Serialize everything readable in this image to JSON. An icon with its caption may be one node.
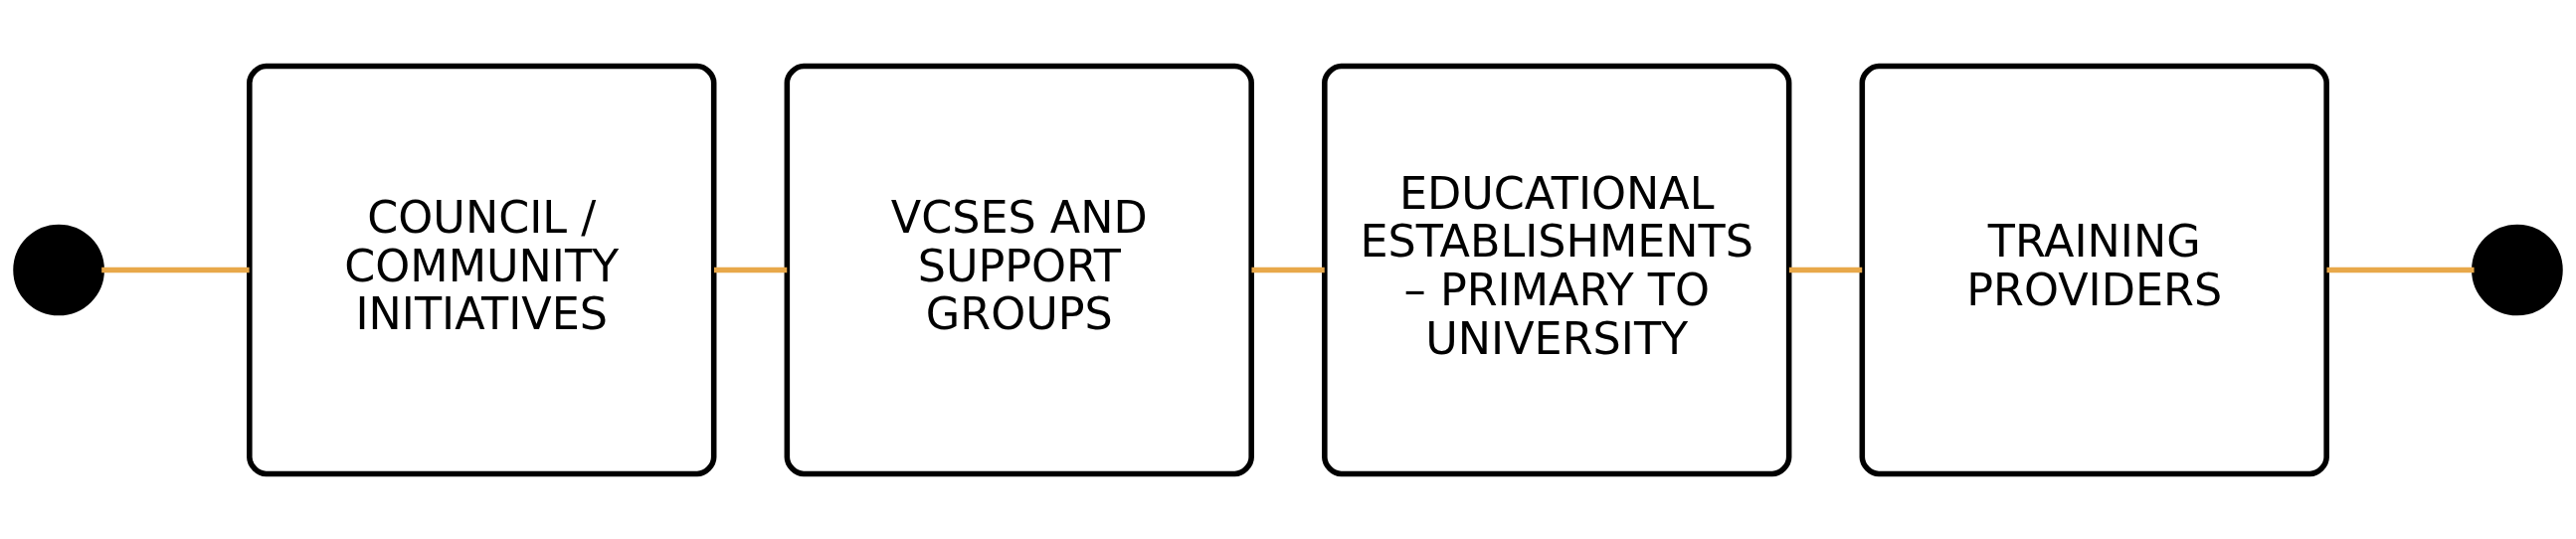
{
  "diagram": {
    "nodes": [
      {
        "text": [],
        "shape": "circle"
      },
      {
        "text": [
          "COUNCIL / COMMUNITY INITIATIVES"
        ]
      },
      {
        "text": [
          "VCSES AND SUPPORT GROUPS"
        ]
      },
      {
        "text": [
          "EDUCATIONAL ESTABLISHMENTS – PRIMARY TO UNIVERSITY"
        ]
      },
      {
        "text": [
          "TRAINING PROVIDERS"
        ]
      },
      {
        "text": [],
        "shape": "circle"
      }
    ],
    "edges": [
      {
        "from": 0,
        "to": 1,
        "arrow": "none"
      },
      {
        "from": 1,
        "to": 2,
        "arrow": "none"
      },
      {
        "from": 2,
        "to": 3,
        "arrow": "none"
      },
      {
        "from": 3,
        "to": 4,
        "arrow": "none"
      },
      {
        "from": 4,
        "to": 5,
        "arrow": "none"
      }
    ]
  }
}
